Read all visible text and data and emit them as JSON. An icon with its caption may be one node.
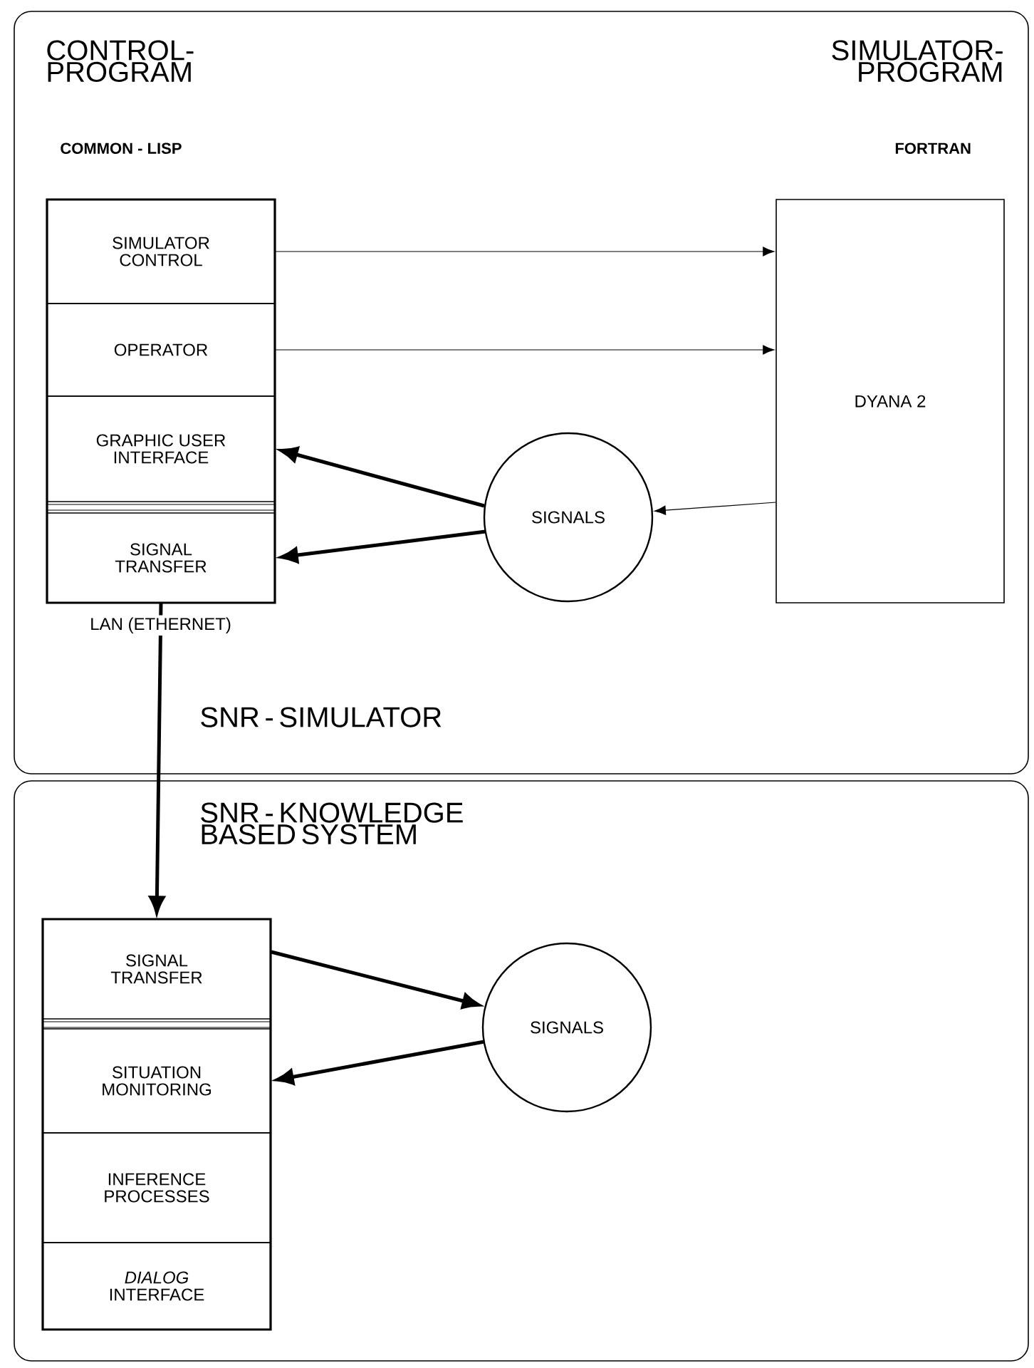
{
  "diagram": {
    "nodes": [
      {
        "text": [
          "SNR - SIMULATOR"
        ]
      },
      {
        "text": [
          "SIMULATOR CONTROL"
        ],
        "in": 0
      },
      {
        "text": [
          "OPERATOR"
        ],
        "in": 0
      },
      {
        "text": [
          "GRAPHIC USER INTERFACE"
        ],
        "in": 0
      },
      {
        "text": [
          "SIGNAL TRANSFER"
        ],
        "in": 0
      },
      {
        "text": [
          "DYANA 2"
        ],
        "in": 0
      },
      {
        "text": [
          "SIGNALS"
        ],
        "in": 0
      },
      {
        "text": [
          "SNR - KNOWLEDGE BASED SYSTEM"
        ]
      },
      {
        "text": [
          "SIGNAL TRANSFER"
        ],
        "in": 7
      },
      {
        "text": [
          "SITUATION MONITORING"
        ],
        "in": 7
      },
      {
        "text": [
          "INFERENCE PROCESSES"
        ],
        "in": 7
      },
      {
        "text": [
          "*DIALOG* INTERFACE"
        ],
        "in": 7
      },
      {
        "text": [
          "SIGNALS"
        ],
        "in": 7
      }
    ],
    "edges": [
      {
        "from": 1,
        "to": 5,
        "arrow": "to"
      },
      {
        "from": 2,
        "to": 5,
        "arrow": "to"
      },
      {
        "from": 5,
        "to": 6,
        "arrow": "to"
      },
      {
        "from": 6,
        "to": 3,
        "arrow": "to"
      },
      {
        "from": 6,
        "to": 4,
        "arrow": "to"
      },
      {
        "from": 4,
        "to": 8,
        "arrow": "to",
        "label": "LAN (ETHERNET)"
      },
      {
        "from": 8,
        "to": 12,
        "arrow": "to"
      },
      {
        "from": 12,
        "to": 9,
        "arrow": "to"
      }
    ],
    "labels": [
      "CONTROL- PROGRAM",
      "SIMULATOR- PROGRAM",
      "COMMON - LISP",
      "FORTRAN"
    ]
  }
}
